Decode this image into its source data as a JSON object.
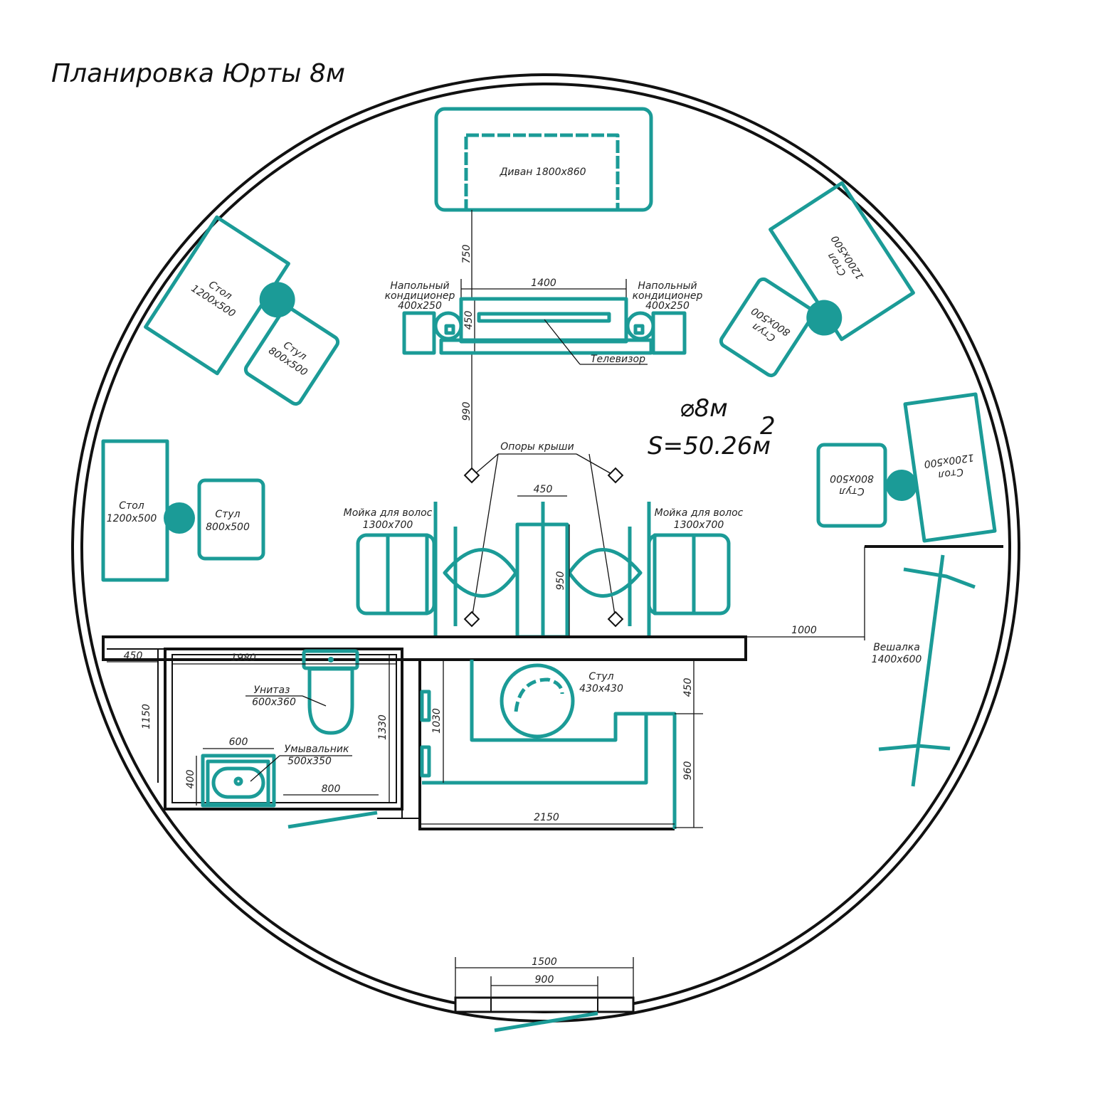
{
  "title": "Планировка Юрты 8м",
  "summary": {
    "diameter": "⌀8м",
    "area": "S=50.26м",
    "area_sup": "2"
  },
  "accent_color": "#1b9b97",
  "furniture": {
    "sofa": "Диван 1800х860",
    "ac_name": "Напольный",
    "ac_name2": "кондиционер",
    "ac_size": "400х250",
    "tv": "Телевизор",
    "supports": "Опоры крыши",
    "wash_name": "Мойка для волос",
    "wash_size": "1300х700",
    "table": "Стол",
    "table_size": "1200х500",
    "chair": "Стул",
    "chair_size": "800х500",
    "reception_chair": "Стул",
    "reception_chair_size": "430х430",
    "rack": "Вешалка",
    "rack_size": "1400х600",
    "toilet": "Унитаз",
    "toilet_size": "600х360",
    "sink": "Умывальник",
    "sink_size": "500х350"
  },
  "dims": {
    "d750": "750",
    "d1400": "1400",
    "d450tv": "450",
    "d990": "990",
    "d450": "450",
    "d950": "950",
    "d1000": "1000",
    "b450": "450",
    "b1980": "1980",
    "b1150": "1150",
    "b1330": "1330",
    "b600": "600",
    "b400": "400",
    "b800": "800",
    "r1030": "1030",
    "r450": "450",
    "r960": "960",
    "r2150": "2150",
    "door1500": "1500",
    "door900": "900"
  }
}
